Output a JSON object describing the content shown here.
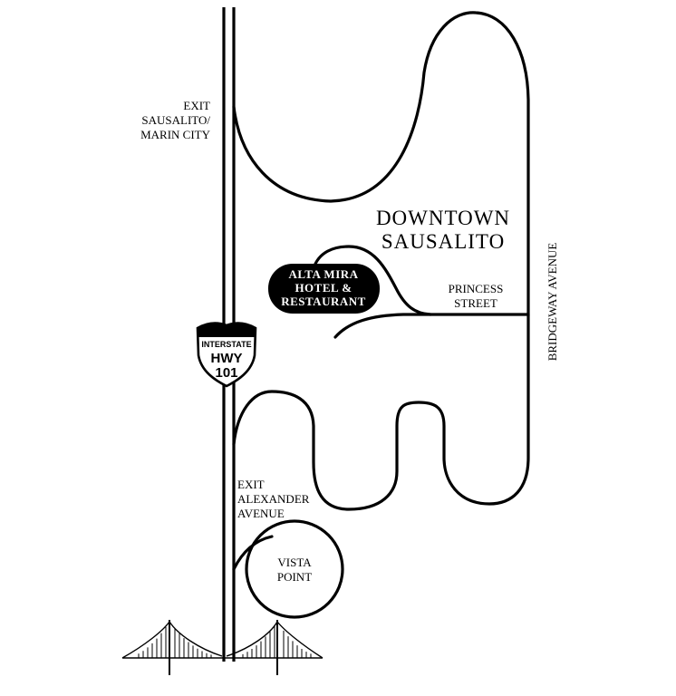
{
  "labels": {
    "exit_north": [
      "EXIT",
      "SAUSALITO/",
      "MARIN CITY"
    ],
    "downtown": [
      "DOWNTOWN",
      "SAUSALITO"
    ],
    "hotel": [
      "ALTA MIRA",
      "HOTEL &",
      "RESTAURANT"
    ],
    "princess": [
      "PRINCESS",
      "STREET"
    ],
    "bridgeway": "BRIDGEWAY AVENUE",
    "exit_south": [
      "EXIT",
      "ALEXANDER",
      "AVENUE"
    ],
    "vista": [
      "VISTA",
      "POINT"
    ]
  },
  "shield": {
    "top": "INTERSTATE",
    "name": "HWY",
    "number": "101"
  },
  "colors": {
    "ink": "#000000",
    "paper": "#ffffff"
  }
}
